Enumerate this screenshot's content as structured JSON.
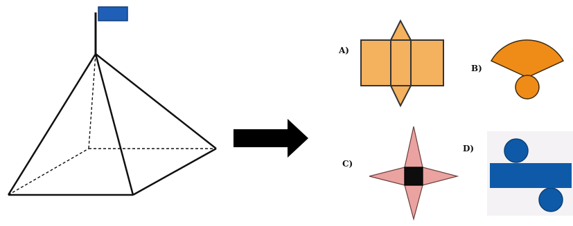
{
  "options": {
    "a": {
      "label": "A)"
    },
    "b": {
      "label": "B)"
    },
    "c": {
      "label": "C)"
    },
    "d": {
      "label": "D)"
    }
  },
  "colors": {
    "flag": "#1f5fb8",
    "net_a": "#f4b15e",
    "net_b": "#ef8c17",
    "net_c_triangles": "#eaa3a0",
    "net_c_square": "#0d0d0d",
    "net_d": "#0f5aa8",
    "arrow": "#000000",
    "outline": "#2a2a2a"
  },
  "icons": {
    "flag": "flag-icon",
    "arrow": "right-arrow-icon"
  }
}
